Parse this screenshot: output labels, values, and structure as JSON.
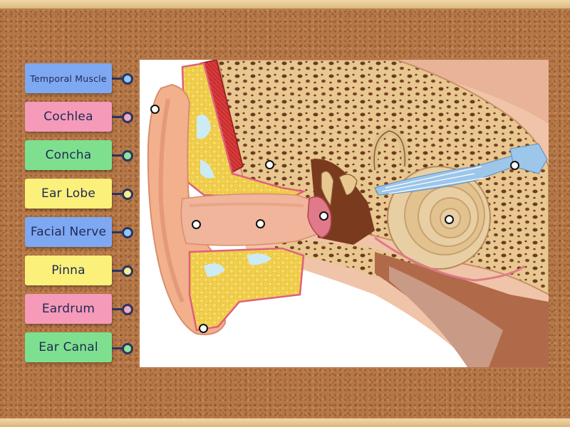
{
  "labels": [
    {
      "text": "Temporal Muscle",
      "color": "#7fa8f2",
      "knob": "#8ec8ff"
    },
    {
      "text": "Cochlea",
      "color": "#f59ab8",
      "knob": "#f7a6c2"
    },
    {
      "text": "Concha",
      "color": "#7ee08e",
      "knob": "#8fe39c"
    },
    {
      "text": "Ear Lobe",
      "color": "#fbf07a",
      "knob": "#f6ee8e"
    },
    {
      "text": "Facial Nerve",
      "color": "#7fa8f2",
      "knob": "#8ec8ff"
    },
    {
      "text": "Pinna",
      "color": "#fbf07a",
      "knob": "#f6ee8e"
    },
    {
      "text": "Eardrum",
      "color": "#f59ab8",
      "knob": "#f7a6c2"
    },
    {
      "text": "Ear Canal",
      "color": "#7ee08e",
      "knob": "#8fe39c"
    }
  ],
  "drop_targets": 8,
  "colors": {
    "skin": "#f2b08d",
    "bone": "#e8c890",
    "fat": "#f3d04a",
    "muscle": "#d93a3a",
    "nerve": "#9cc6ea"
  }
}
